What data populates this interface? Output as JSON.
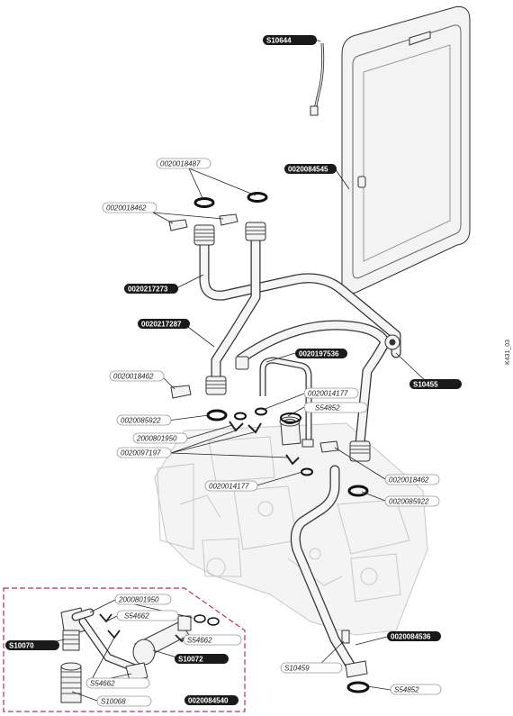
{
  "side_code": "K431_03",
  "labels": {
    "s10644": "S10644",
    "p84545": "0020084545",
    "p18487": "0020018487",
    "p18462_top": "0020018462",
    "p217273": "0020217273",
    "p217287": "0020217287",
    "p197536": "0020197536",
    "s10455": "S10455",
    "p18462_mid": "0020018462",
    "p14177_top": "0020014177",
    "s54852_top": "S54852",
    "p85922_left": "0020085922",
    "p801950": "2000801950",
    "p97197": "0020097197",
    "p18462_right": "0020018462",
    "p14177_mid": "0020014177",
    "p85922_right": "0020085922",
    "inset_801950": "2000801950",
    "inset_s54662_a": "S54662",
    "s10070": "S10070",
    "inset_s54662_b": "S54662",
    "s10072": "S10072",
    "inset_s54662_c": "S54662",
    "s10068": "S10068",
    "p84540": "0020084540",
    "p84536": "0020084536",
    "s10459": "S10459",
    "s54852_bottom": "S54852"
  },
  "colors": {
    "dark_label": "#1a1a1a",
    "inset_border": "#c0304a",
    "outline": "#333333"
  }
}
